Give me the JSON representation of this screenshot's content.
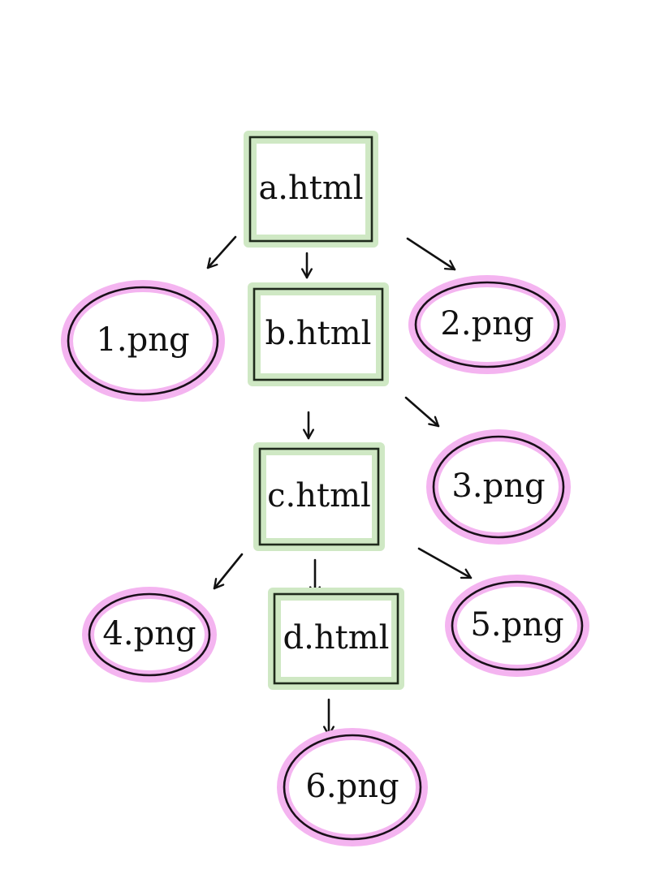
{
  "colors": {
    "page_node_fill": "#cfe8c4",
    "page_node_outline": "#1f2a1c",
    "image_node_fill": "#f4b4f0",
    "image_node_outline": "#1a0f1a",
    "arrow": "#111111"
  },
  "nodes": [
    {
      "id": "a",
      "label": "a.html",
      "kind": "page"
    },
    {
      "id": "b",
      "label": "b.html",
      "kind": "page"
    },
    {
      "id": "c",
      "label": "c.html",
      "kind": "page"
    },
    {
      "id": "d",
      "label": "d.html",
      "kind": "page"
    },
    {
      "id": "p1",
      "label": "1.png",
      "kind": "image"
    },
    {
      "id": "p2",
      "label": "2.png",
      "kind": "image"
    },
    {
      "id": "p3",
      "label": "3.png",
      "kind": "image"
    },
    {
      "id": "p4",
      "label": "4.png",
      "kind": "image"
    },
    {
      "id": "p5",
      "label": "5.png",
      "kind": "image"
    },
    {
      "id": "p6",
      "label": "6.png",
      "kind": "image"
    }
  ],
  "edges": [
    {
      "from": "a",
      "to": "p1"
    },
    {
      "from": "a",
      "to": "b"
    },
    {
      "from": "a",
      "to": "p2"
    },
    {
      "from": "b",
      "to": "c"
    },
    {
      "from": "b",
      "to": "p3"
    },
    {
      "from": "c",
      "to": "p4"
    },
    {
      "from": "c",
      "to": "d"
    },
    {
      "from": "c",
      "to": "p5"
    },
    {
      "from": "d",
      "to": "p6"
    }
  ]
}
